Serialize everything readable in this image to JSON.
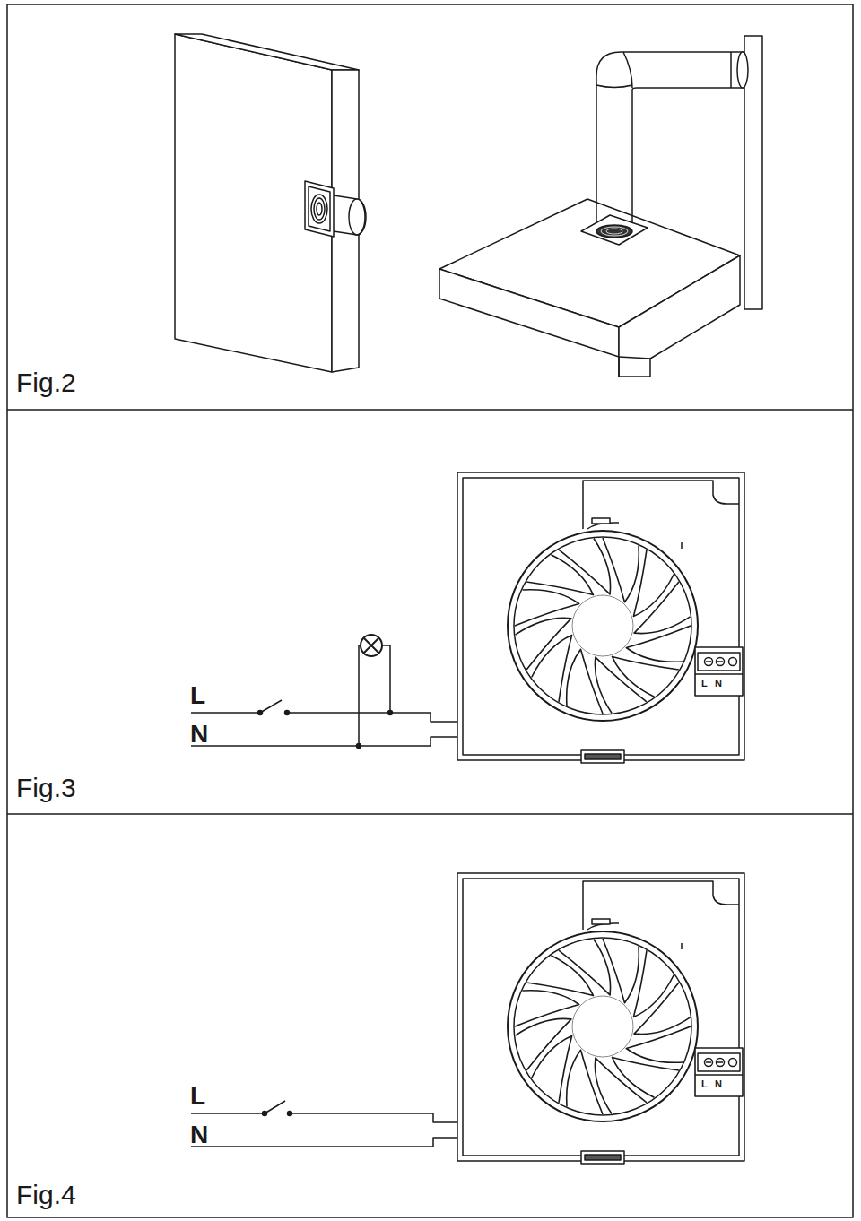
{
  "diagram": {
    "labels": [
      "Fig.2",
      "L",
      "N",
      "L",
      "N",
      "Fig.3",
      "L",
      "N",
      "L",
      "N",
      "Fig.4"
    ]
  }
}
